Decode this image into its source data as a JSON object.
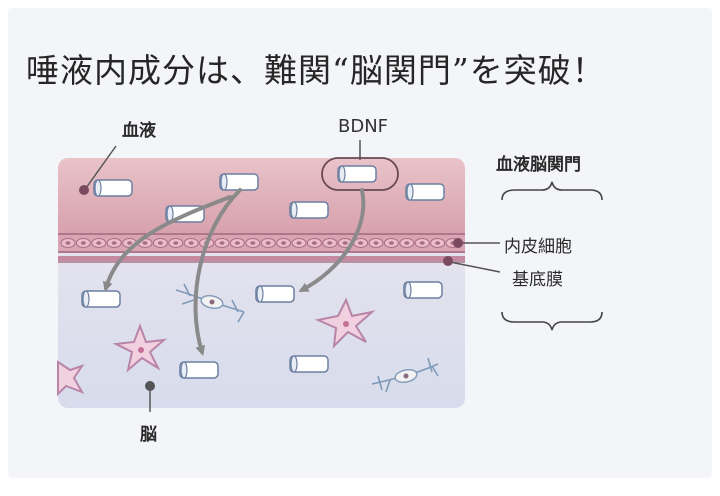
{
  "headline": "唾液内成分は、難関“脳関門”を突破！",
  "labels": {
    "blood": "血液",
    "bdnf": "BDNF",
    "bbb": "血液脳関門",
    "endothelial": "内皮細胞",
    "basement": "基底膜",
    "brain": "脳"
  },
  "colors": {
    "blood_top": "#e6bcc2",
    "blood_bottom": "#d9a2ad",
    "brain_bg": "#dfe2ee",
    "membrane": "#c9869b",
    "cell": "#e2adbb",
    "arrow": "#8a8a8a",
    "molecule_stroke": "#6b7fa0"
  }
}
